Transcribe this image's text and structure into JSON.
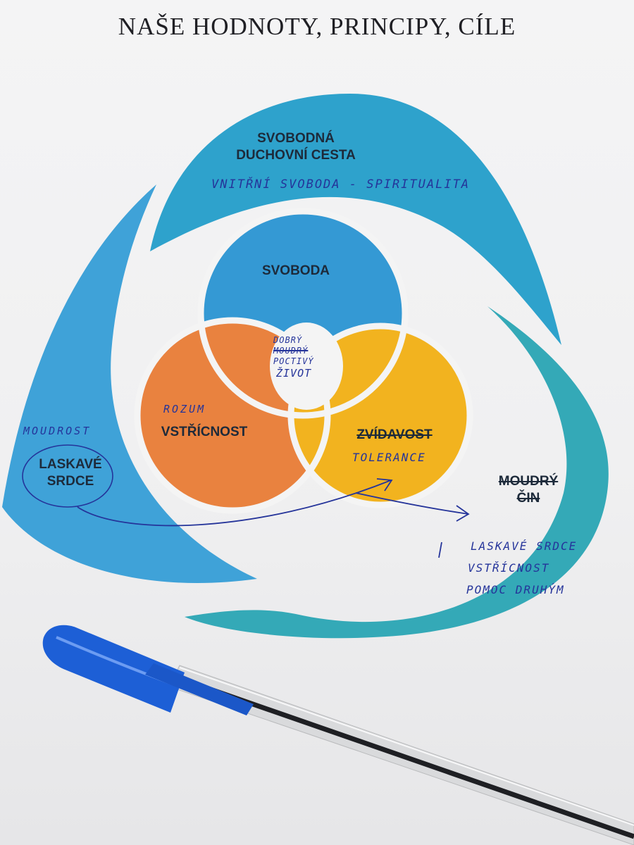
{
  "title": "NAŠE HODNOTY, PRINCIPY, CÍLE",
  "labels": {
    "top_petal_line1": "SVOBODNÁ",
    "top_petal_line2": "DUCHOVNÍ CESTA",
    "left_petal_line1": "LASKAVÉ",
    "left_petal_line2": "SRDCE",
    "right_petal_line1": "MOUDRÝ",
    "right_petal_line2": "ČIN",
    "circle_top": "SVOBODA",
    "circle_left": "VSTŘÍCNOST",
    "circle_right": "ZVÍDAVOST"
  },
  "handwriting": {
    "top": "VNITŘNÍ SVOBODA - SPIRITUALITA",
    "left": "MOUDROST",
    "orange": "ROZUM",
    "yellow": "TOLERANCE",
    "center_line1": "DOBRÝ",
    "center_line2": "MOUDRÝ",
    "center_line3": "POCTIVÝ",
    "center_line4": "ŽIVOT",
    "right_line1": "LASKAVÉ SRDCE",
    "right_line2": "VSTŘÍCNOST",
    "right_line3": "POMOC DRUHÝM"
  },
  "colors": {
    "petal_top": "#2ea2cc",
    "petal_left": "#3fa2d8",
    "petal_right": "#34a9b7",
    "circle_blue": "#3499d4",
    "circle_orange": "#e9823f",
    "circle_yellow": "#f2b31f",
    "ink": "#25349a"
  }
}
